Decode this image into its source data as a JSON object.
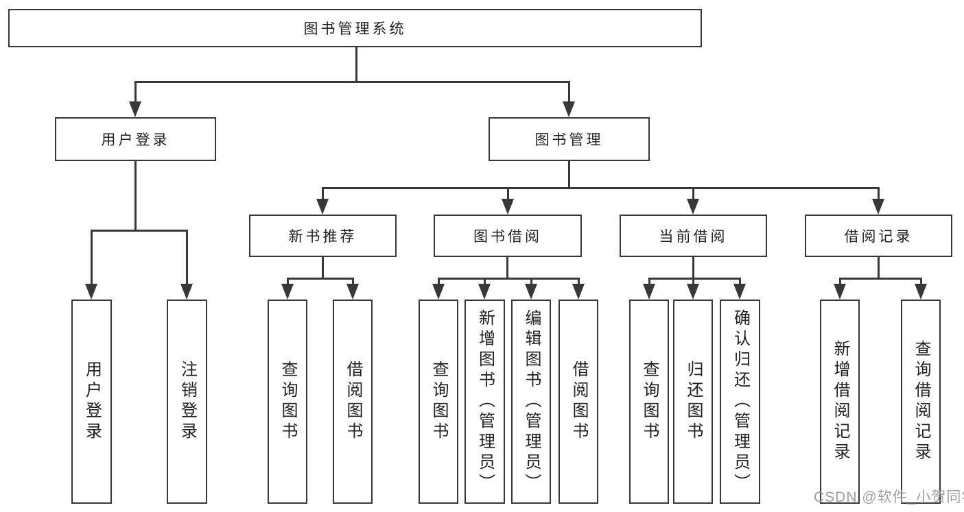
{
  "diagram": {
    "type": "function-structure-tree",
    "colors": {
      "line": "#383838",
      "text": "#1f1f1f",
      "background": "#ffffff",
      "watermark": "#969696"
    },
    "tree": {
      "root": {
        "label": "图书管理系统",
        "children": [
          {
            "label": "用户登录",
            "children": [
              {
                "label": "用户登录"
              },
              {
                "label": "注销登录"
              }
            ]
          },
          {
            "label": "图书管理",
            "children": [
              {
                "label": "新书推荐",
                "children": [
                  {
                    "label": "查询图书"
                  },
                  {
                    "label": "借阅图书"
                  }
                ]
              },
              {
                "label": "图书借阅",
                "children": [
                  {
                    "label": "查询图书"
                  },
                  {
                    "label": "新增图书（管理员）"
                  },
                  {
                    "label": "编辑图书（管理员）"
                  },
                  {
                    "label": "借阅图书"
                  }
                ]
              },
              {
                "label": "当前借阅",
                "children": [
                  {
                    "label": "查询图书"
                  },
                  {
                    "label": "归还图书"
                  },
                  {
                    "label": "确认归还（管理员）"
                  }
                ]
              },
              {
                "label": "借阅记录",
                "children": [
                  {
                    "label": "新增借阅记录"
                  },
                  {
                    "label": "查询借阅记录"
                  }
                ]
              }
            ]
          }
        ]
      }
    },
    "watermark": "CSDN @软件_小贺同学"
  }
}
